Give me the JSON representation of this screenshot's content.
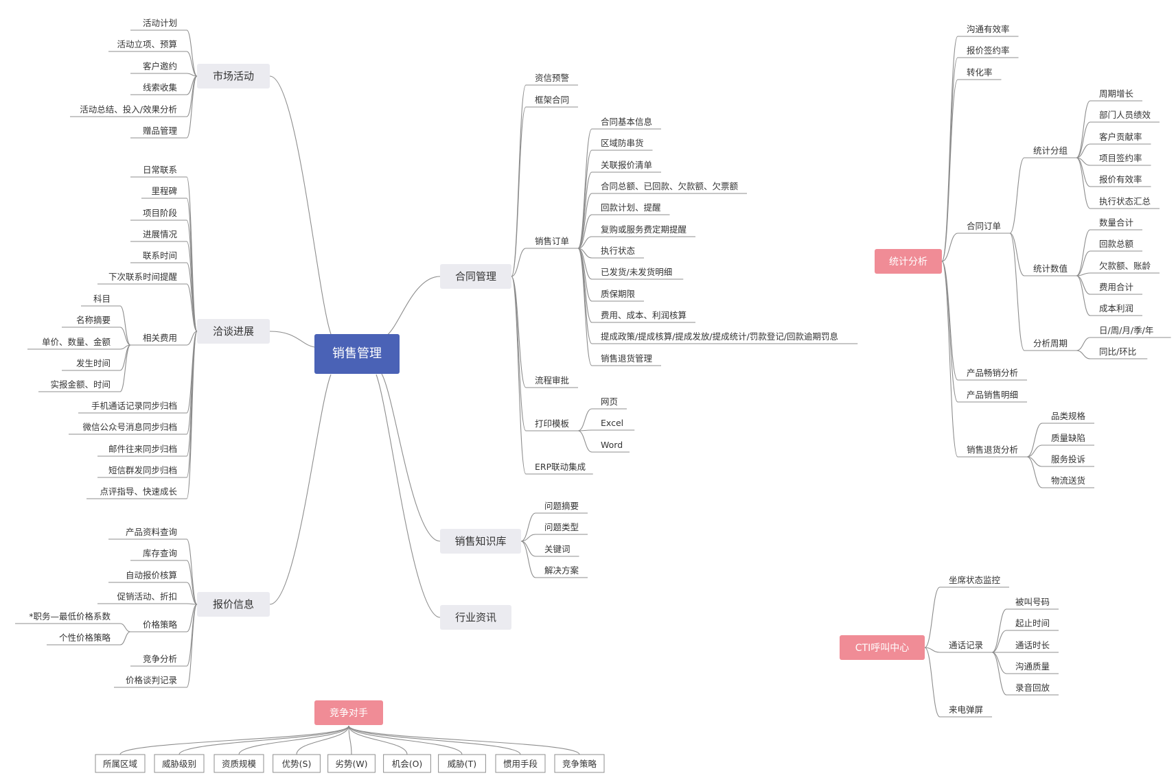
{
  "center": "销售管理",
  "market": {
    "title": "市场活动",
    "items": [
      "活动计划",
      "活动立项、预算",
      "客户邀约",
      "线索收集",
      "活动总结、投入/效果分析",
      "赠品管理"
    ]
  },
  "negotiation": {
    "title": "洽谈进展",
    "items": [
      "日常联系",
      "里程碑",
      "项目阶段",
      "进展情况",
      "联系时间",
      "下次联系时间提醒"
    ],
    "expense_label": "相关费用",
    "expense_items": [
      "科目",
      "名称摘要",
      "单价、数量、金额",
      "发生时间",
      "实报金额、时间"
    ],
    "items_after": [
      "手机通话记录同步归档",
      "微信公众号消息同步归档",
      "邮件往来同步归档",
      "短信群发同步归档",
      "点评指导、快速成长"
    ]
  },
  "quote": {
    "title": "报价信息",
    "items": [
      "产品资料查询",
      "库存查询",
      "自动报价核算",
      "促销活动、折扣"
    ],
    "strategy_label": "价格策略",
    "strategy_items": [
      "*职务—最低价格系数",
      "个性价格策略"
    ],
    "items_after": [
      "竞争分析",
      "价格谈判记录"
    ]
  },
  "contract": {
    "title": "合同管理",
    "items_before": [
      "资信预警",
      "框架合同"
    ],
    "order_label": "销售订单",
    "order_items": [
      "合同基本信息",
      "区域防串货",
      "关联报价清单",
      "合同总额、已回款、欠款额、欠票额",
      "回款计划、提醒",
      "复购或服务费定期提醒",
      "执行状态",
      "已发货/未发货明细",
      "质保期限",
      "费用、成本、利润核算",
      "提成政策/提成核算/提成发放/提成统计/罚款登记/回款逾期罚息",
      "销售退货管理"
    ],
    "approval": "流程审批",
    "print_label": "打印模板",
    "print_items": [
      "网页",
      "Excel",
      "Word"
    ],
    "erp": "ERP联动集成"
  },
  "knowledge": {
    "title": "销售知识库",
    "items": [
      "问题摘要",
      "问题类型",
      "关键词",
      "解决方案"
    ]
  },
  "industry": {
    "title": "行业资讯"
  },
  "competitor": {
    "title": "竞争对手",
    "items": [
      "所属区域",
      "威胁级别",
      "资质规模",
      "优势(S)",
      "劣势(W)",
      "机会(O)",
      "威胁(T)",
      "惯用手段",
      "竞争策略"
    ]
  },
  "stats": {
    "title": "统计分析",
    "items_before": [
      "沟通有效率",
      "报价签约率",
      "转化率"
    ],
    "contract_label": "合同订单",
    "group_label": "统计分组",
    "group_items": [
      "周期增长",
      "部门人员绩效",
      "客户贡献率",
      "项目签约率",
      "报价有效率",
      "执行状态汇总"
    ],
    "value_label": "统计数值",
    "value_items": [
      "数量合计",
      "回款总额",
      "欠款额、账龄",
      "费用合计",
      "成本利润"
    ],
    "period_label": "分析周期",
    "period_items": [
      "日/周/月/季/年",
      "同比/环比"
    ],
    "items_after": [
      "产品畅销分析",
      "产品销售明细"
    ],
    "return_label": "销售退货分析",
    "return_items": [
      "品类规格",
      "质量缺陷",
      "服务投诉",
      "物流送货"
    ]
  },
  "cti": {
    "title": "CTI呼叫中心",
    "monitor": "坐席状态监控",
    "records_label": "通话记录",
    "records_items": [
      "被叫号码",
      "起止时间",
      "通话时长",
      "沟通质量",
      "录音回放"
    ],
    "popup": "来电弹屏"
  },
  "colors": {
    "center": "#4a62b6",
    "float_topic": "#f08c96",
    "main_topic": "#ebebf0",
    "line": "#8c8c8c",
    "text": "#333333"
  }
}
